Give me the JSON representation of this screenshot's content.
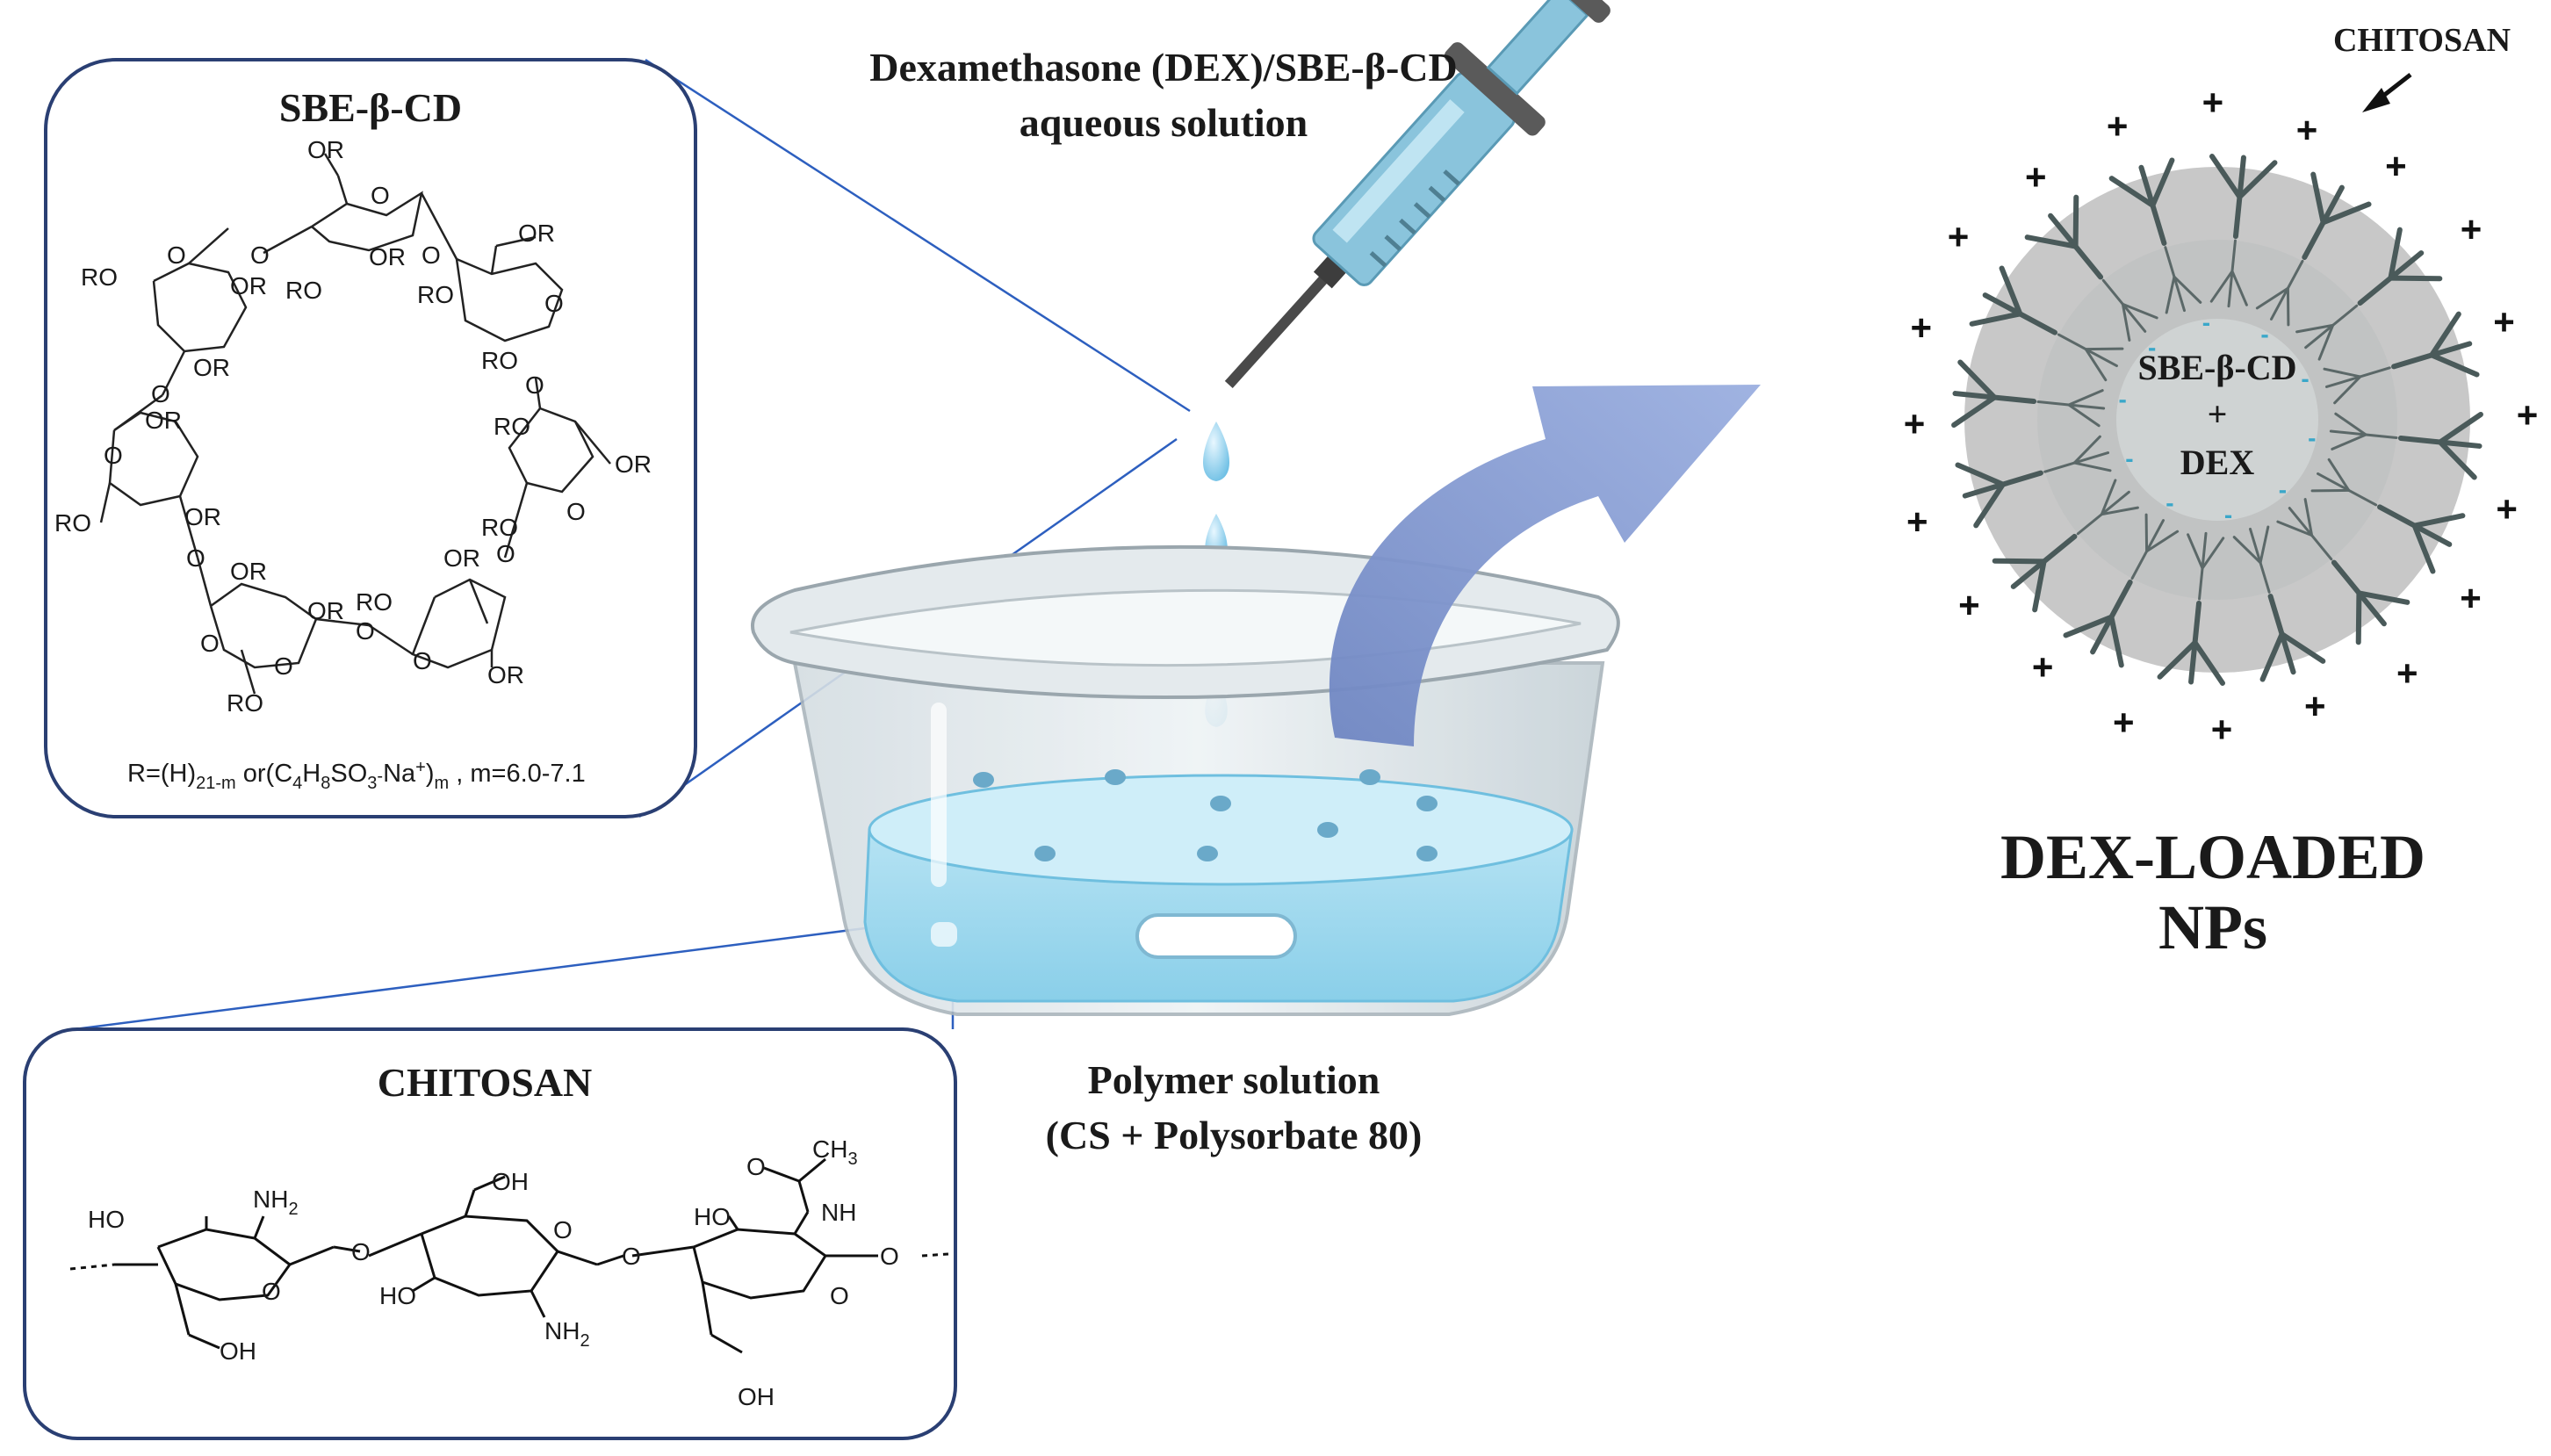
{
  "sbe_box": {
    "title": "SBE-β-CD",
    "r_group_prefix": "R=(H)",
    "r_group_sub1": "21-m",
    "r_group_mid": " or(C",
    "r_group_c_sub": "4",
    "r_group_h": "H",
    "r_group_h_sub": "8",
    "r_group_so": "SO",
    "r_group_so_sub": "3",
    "r_group_na": "Na",
    "r_group_na_sup": "+",
    "r_group_close": ")",
    "r_group_m_sub": "m",
    "r_group_suffix": " , m=6.0-7.1",
    "substituent": "OR",
    "substituent_rev": "RO",
    "ring_oxygen": "O"
  },
  "chitosan_box": {
    "title": "CHITOSAN",
    "labels": {
      "oh": "OH",
      "ho": "HO",
      "nh2": "NH",
      "nh2_sub": "2",
      "nh": "NH",
      "o": "O",
      "ch3": "CH",
      "ch3_sub": "3"
    }
  },
  "syringe_label": {
    "line1": "Dexamethasone (DEX)/SBE-β-CD",
    "line2": "aqueous solution"
  },
  "beaker_label": {
    "line1": "Polymer solution",
    "line2": "(CS + Polysorbate 80)"
  },
  "nanoparticle": {
    "pointer_label": "CHITOSAN",
    "core_line1": "SBE-β-CD",
    "core_line2": "+",
    "core_line3": "DEX",
    "plus": "+",
    "minus": "-"
  },
  "result_label": {
    "line1": "DEX-LOADED",
    "line2": "NPs"
  },
  "colors": {
    "box_border": "#2a3f73",
    "connector": "#2d5fbf",
    "arrow": "#7f93c8",
    "particle_gray": "#c8c8c8",
    "branch": "#4a5a5a",
    "water": "#a9dcef",
    "syringe_blue": "#8ac4dc"
  }
}
